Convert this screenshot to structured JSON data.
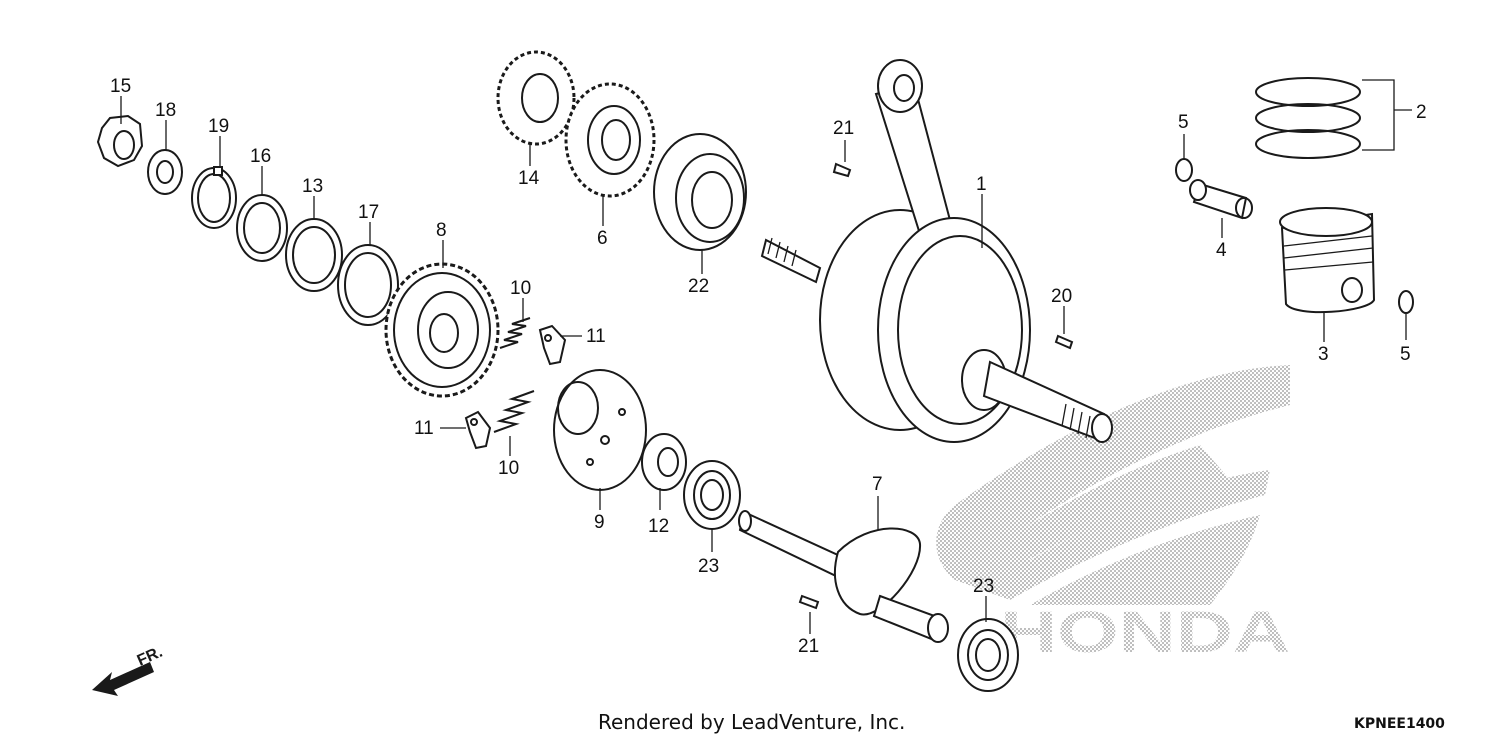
{
  "brand": {
    "wordmark": "HONDA",
    "watermark_color": "#c8c8c8"
  },
  "direction_arrow": {
    "label": "FR.",
    "icon": "front-direction-arrow"
  },
  "footer": {
    "credit": "Rendered by LeadVenture, Inc.",
    "diagram_code": "KPNEE1400"
  },
  "callouts": [
    {
      "id": "callout-1",
      "number": "1"
    },
    {
      "id": "callout-2",
      "number": "2"
    },
    {
      "id": "callout-3",
      "number": "3"
    },
    {
      "id": "callout-4",
      "number": "4"
    },
    {
      "id": "callout-5a",
      "number": "5"
    },
    {
      "id": "callout-5b",
      "number": "5"
    },
    {
      "id": "callout-6",
      "number": "6"
    },
    {
      "id": "callout-7",
      "number": "7"
    },
    {
      "id": "callout-8",
      "number": "8"
    },
    {
      "id": "callout-9",
      "number": "9"
    },
    {
      "id": "callout-10a",
      "number": "10"
    },
    {
      "id": "callout-10b",
      "number": "10"
    },
    {
      "id": "callout-11a",
      "number": "11"
    },
    {
      "id": "callout-11b",
      "number": "11"
    },
    {
      "id": "callout-12",
      "number": "12"
    },
    {
      "id": "callout-13",
      "number": "13"
    },
    {
      "id": "callout-14",
      "number": "14"
    },
    {
      "id": "callout-15",
      "number": "15"
    },
    {
      "id": "callout-16",
      "number": "16"
    },
    {
      "id": "callout-17",
      "number": "17"
    },
    {
      "id": "callout-18",
      "number": "18"
    },
    {
      "id": "callout-19",
      "number": "19"
    },
    {
      "id": "callout-20",
      "number": "20"
    },
    {
      "id": "callout-21a",
      "number": "21"
    },
    {
      "id": "callout-21b",
      "number": "21"
    },
    {
      "id": "callout-22",
      "number": "22"
    },
    {
      "id": "callout-23a",
      "number": "23"
    },
    {
      "id": "callout-23b",
      "number": "23"
    }
  ]
}
